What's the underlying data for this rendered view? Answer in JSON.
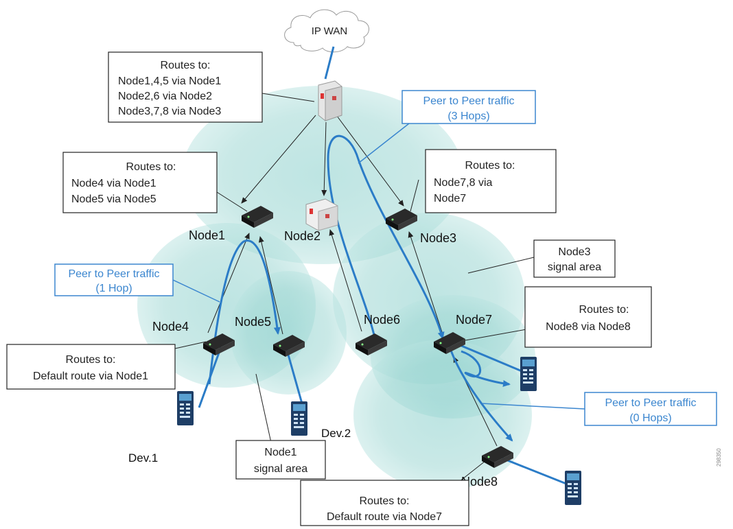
{
  "cloud_label": "IP WAN",
  "wan_router_routes": {
    "title": "Routes to:",
    "lines": [
      "Node1,4,5 via Node1",
      "Node2,6 via Node2",
      "Node3,7,8 via Node3"
    ]
  },
  "peer_traffic_3hops": {
    "line1": "Peer to Peer traffic",
    "line2": "(3 Hops)"
  },
  "peer_traffic_1hop": {
    "line1": "Peer to Peer traffic",
    "line2": "(1 Hop)"
  },
  "peer_traffic_0hops": {
    "line1": "Peer to Peer traffic",
    "line2": "(0 Hops)"
  },
  "node1_routes": {
    "title": "Routes to:",
    "lines": [
      "Node4 via Node1",
      "Node5 via Node5"
    ]
  },
  "node3_routes": {
    "title": "Routes to:",
    "lines": [
      "Node7,8 via",
      "Node7"
    ]
  },
  "node7_routes": {
    "title": "Routes to:",
    "lines": [
      "Node8 via Node8"
    ]
  },
  "node4_routes": {
    "title": "Routes to:",
    "lines": [
      "Default route via Node1"
    ]
  },
  "node8_routes": {
    "title": "Routes to:",
    "lines": [
      "Default route via Node7"
    ]
  },
  "node3_signal": {
    "line1": "Node3",
    "line2": "signal area"
  },
  "node1_signal": {
    "line1": "Node1",
    "line2": "signal area"
  },
  "nodes": {
    "node1": "Node1",
    "node2": "Node2",
    "node3": "Node3",
    "node4": "Node4",
    "node5": "Node5",
    "node6": "Node6",
    "node7": "Node7",
    "node8": "Node8"
  },
  "devices": {
    "dev1": "Dev.1",
    "dev2": "Dev.2"
  },
  "figure_id": "298350",
  "colors": {
    "signal_area": "#9fd6d2",
    "blue_traffic": "#2b7cc7",
    "box_border": "#222222",
    "callout_blue_text": "#3b86cf",
    "device_dark": "#1e3e66"
  }
}
